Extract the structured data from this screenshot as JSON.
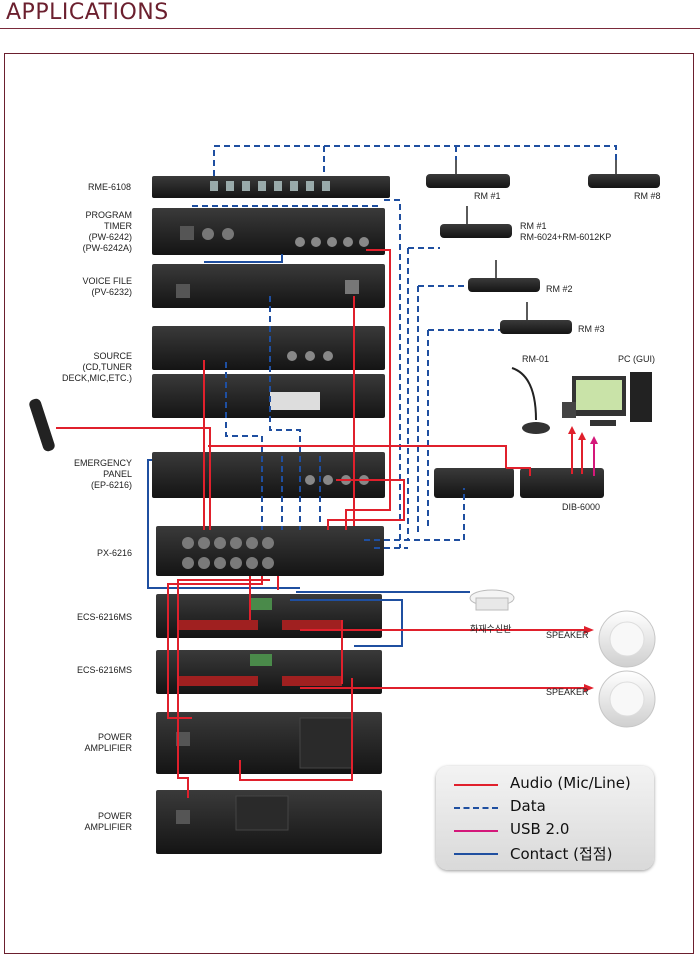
{
  "title": "APPLICATIONS",
  "devices": {
    "rme": "RME-6108",
    "program_timer": [
      "PROGRAM",
      "TIMER",
      "(PW-6242)",
      "(PW-6242A)"
    ],
    "voice_file": [
      "VOICE FILE",
      "(PV-6232)"
    ],
    "source": [
      "SOURCE",
      "(CD,TUNER",
      "DECK,MIC,ETC.)"
    ],
    "emergency": [
      "EMERGENCY",
      "PANEL",
      "(EP-6216)"
    ],
    "px": "PX-6216",
    "ecs1": "ECS-6216MS",
    "ecs2": "ECS-6216MS",
    "amp1": [
      "POWER",
      "AMPLIFIER"
    ],
    "amp2": [
      "POWER",
      "AMPLIFIER"
    ]
  },
  "remotes": {
    "rm1_top": "RM #1",
    "rm8": "RM #8",
    "rm1_combo": [
      "RM #1",
      "RM-6024+RM-6012KP"
    ],
    "rm2": "RM #2",
    "rm3": "RM #3",
    "rm01": "RM-01",
    "pc": "PC (GUI)",
    "dib": "DIB-6000"
  },
  "peripherals": {
    "fire": "화재수신반",
    "speaker1": "SPEAKER",
    "speaker2": "SPEAKER"
  },
  "legend": [
    {
      "label": "Audio (Mic/Line)",
      "color": "#e0202c",
      "style": "solid"
    },
    {
      "label": "Data",
      "color": "#1f4fa0",
      "style": "dashed"
    },
    {
      "label": "USB 2.0",
      "color": "#d4187a",
      "style": "solid"
    },
    {
      "label": "Contact (접점)",
      "color": "#1f4fa0",
      "style": "solid"
    }
  ]
}
